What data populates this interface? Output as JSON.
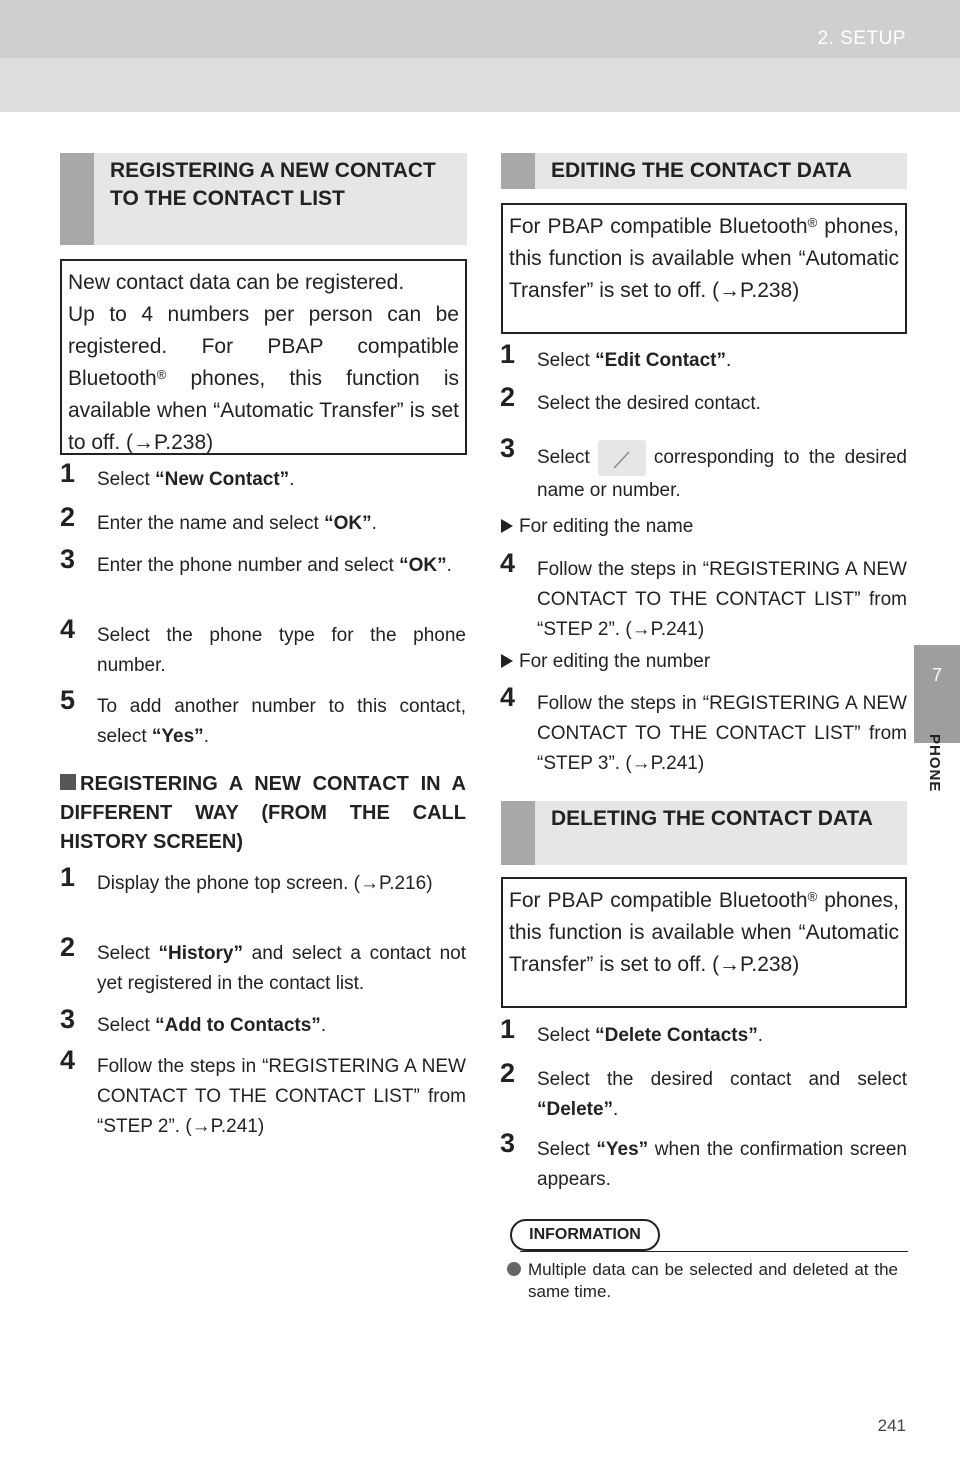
{
  "header": {
    "title": "2. SETUP"
  },
  "side_tab": {
    "number": "7",
    "label": "PHONE"
  },
  "page_number": "241",
  "left": {
    "section1": {
      "heading": "REGISTERING A NEW CONTACT TO THE CONTACT LIST",
      "intro_line1": "New contact data can be registered.",
      "intro_line2a": "Up to 4 numbers per person can be registered. For PBAP compatible Bluetooth",
      "reg_mark": "®",
      "intro_line2b": " phones, this function is available when “Automatic Transfer” is set to off. (→P.238)"
    },
    "steps1": [
      {
        "num": "1",
        "pre": "Select ",
        "bold": "“New Contact”",
        "post": "."
      },
      {
        "num": "2",
        "pre": "Enter the name and select ",
        "bold": "“OK”",
        "post": "."
      },
      {
        "num": "3",
        "pre": "Enter the phone number and select ",
        "bold": "“OK”",
        "post": "."
      },
      {
        "num": "4",
        "pre": "Select the phone type for the phone number.",
        "bold": "",
        "post": ""
      },
      {
        "num": "5",
        "pre": "To add another number to this contact, select ",
        "bold": "“Yes”",
        "post": "."
      }
    ],
    "subheading": "REGISTERING A NEW CONTACT IN A DIFFERENT WAY (FROM THE CALL HISTORY SCREEN)",
    "steps2": [
      {
        "num": "1",
        "pre": "Display the phone top screen. (→P.216)",
        "bold": "",
        "post": ""
      },
      {
        "num": "2",
        "pre": "Select ",
        "bold": "“History”",
        "post": " and select a contact not yet registered in the contact list."
      },
      {
        "num": "3",
        "pre": "Select ",
        "bold": "“Add to Contacts”",
        "post": "."
      },
      {
        "num": "4",
        "pre": "Follow the steps in “REGISTERING A NEW CONTACT TO THE CONTACT LIST” from “STEP 2”. (→P.241)",
        "bold": "",
        "post": ""
      }
    ]
  },
  "right": {
    "section2": {
      "heading": "EDITING THE CONTACT DATA",
      "intro_a": "For PBAP compatible Bluetooth",
      "reg_mark": "®",
      "intro_b": " phones, this function is available when “Automatic Transfer” is set to off. (→P.238)"
    },
    "steps_edit": [
      {
        "num": "1",
        "pre": "Select ",
        "bold": "“Edit Contact”",
        "post": "."
      },
      {
        "num": "2",
        "pre": "Select the desired contact.",
        "bold": "",
        "post": ""
      },
      {
        "num": "3",
        "pre": "Select",
        "post": "corresponding to the desired name or number."
      }
    ],
    "sub_name": "For editing the name",
    "step_name": {
      "num": "4",
      "text": "Follow the steps in “REGISTERING A NEW CONTACT TO THE CONTACT LIST” from “STEP 2”. (→P.241)"
    },
    "sub_number": "For editing the number",
    "step_number": {
      "num": "4",
      "text": "Follow the steps in “REGISTERING A NEW CONTACT TO THE CONTACT LIST” from “STEP 3”. (→P.241)"
    },
    "section3": {
      "heading": "DELETING THE CONTACT DATA",
      "intro_a": "For PBAP compatible Bluetooth",
      "reg_mark": "®",
      "intro_b": " phones, this function is available when “Automatic Transfer” is set to off. (→P.238)"
    },
    "steps_delete": [
      {
        "num": "1",
        "pre": "Select ",
        "bold": "“Delete Contacts”",
        "post": "."
      },
      {
        "num": "2",
        "pre": "Select the desired contact and select ",
        "bold": "“Delete”",
        "post": "."
      },
      {
        "num": "3",
        "pre": "Select ",
        "bold": "“Yes”",
        "post": " when the confirmation screen appears."
      }
    ],
    "info": {
      "label": "INFORMATION",
      "text": "Multiple data can be selected and deleted at the same time."
    }
  }
}
